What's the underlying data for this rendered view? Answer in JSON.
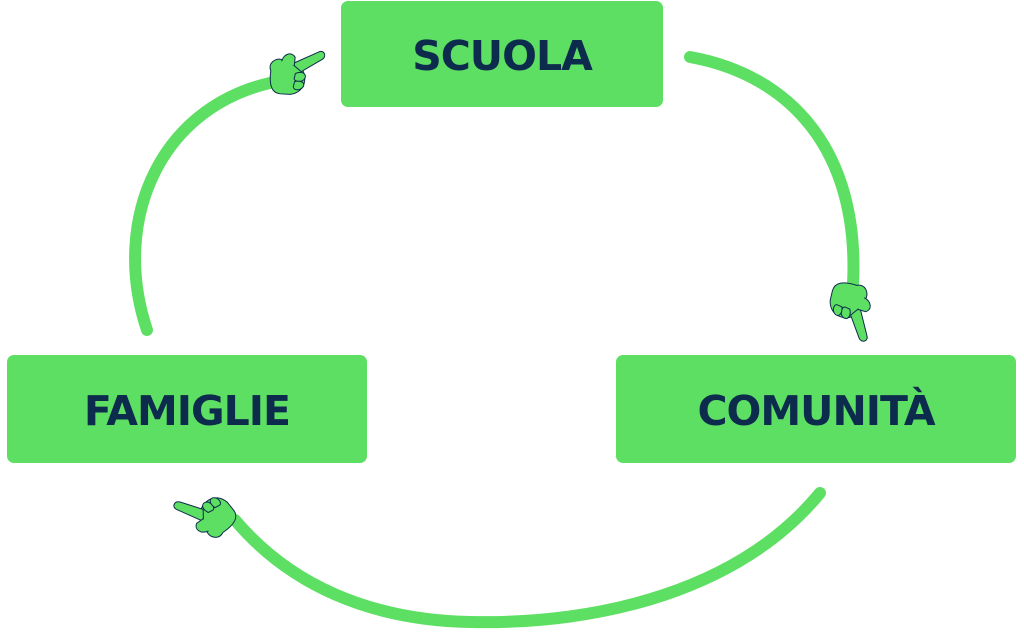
{
  "colors": {
    "node_fill": "#5ddf63",
    "label": "#0d2b4c",
    "arrow": "#5ddf63",
    "hand_fill": "#5ddf63",
    "hand_outline": "#0d2b4c"
  },
  "nodes": {
    "scuola": {
      "label": "SCUOLA"
    },
    "comunita": {
      "label": "COMUNITÀ"
    },
    "famiglie": {
      "label": "FAMIGLIE"
    }
  },
  "cycle": [
    {
      "from": "scuola",
      "to": "comunita",
      "icon": "pointing-hand-icon"
    },
    {
      "from": "comunita",
      "to": "famiglie",
      "icon": "pointing-hand-icon"
    },
    {
      "from": "famiglie",
      "to": "scuola",
      "icon": "pointing-hand-icon"
    }
  ]
}
